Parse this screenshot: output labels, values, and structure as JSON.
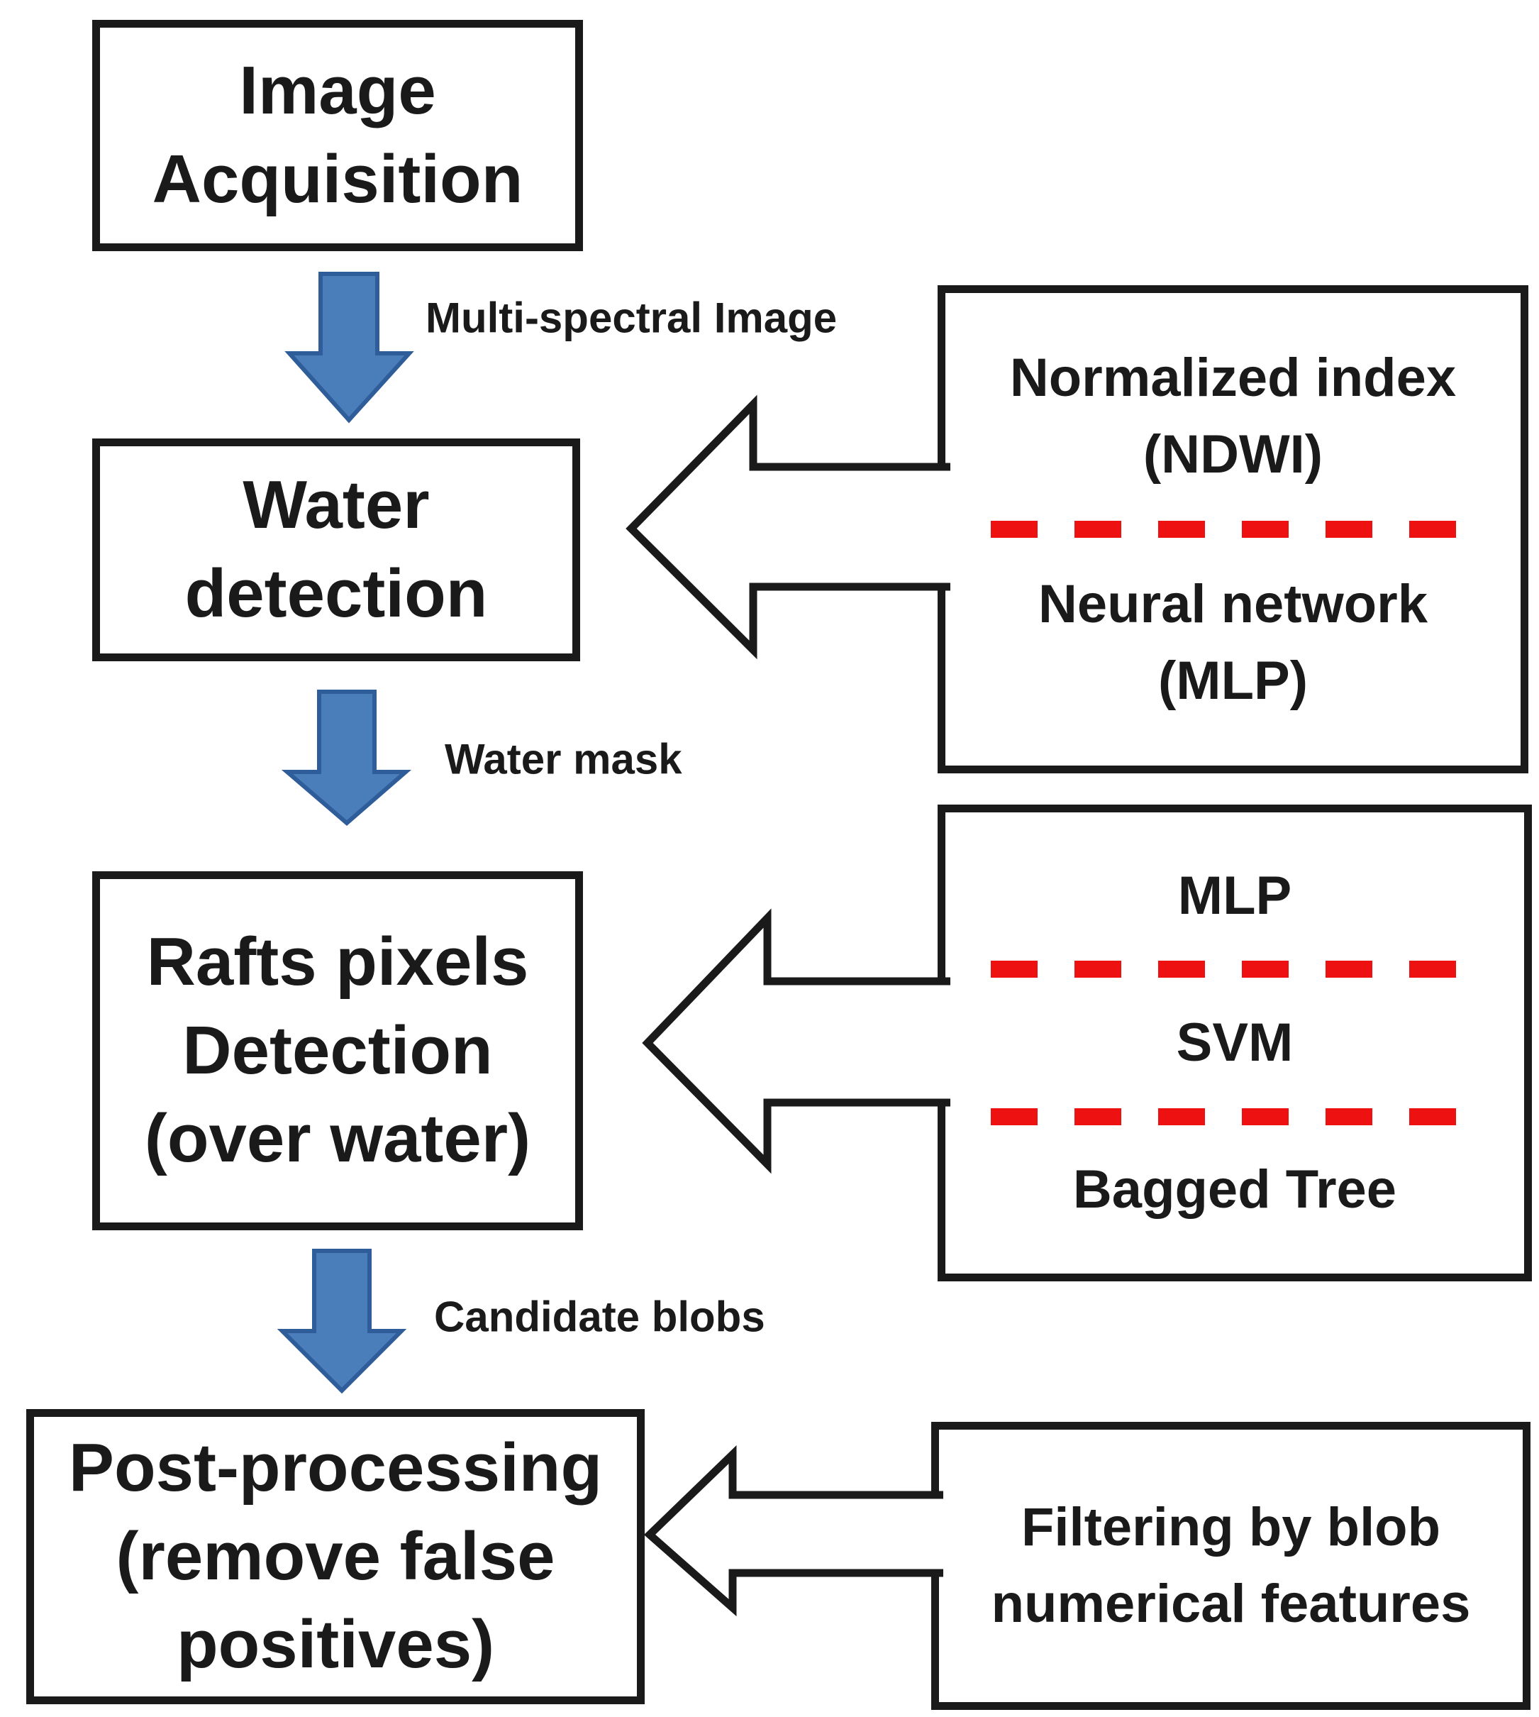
{
  "figure": {
    "type": "flowchart",
    "colors": {
      "ink": "#1a1a1a",
      "box_fill": "#ffffff",
      "blue_arrow_fill": "#4a7ebb",
      "blue_arrow_stroke": "#2f5d99",
      "red_dash": "#ee1111"
    },
    "steps": [
      {
        "lines": [
          "Image",
          "Acquisition"
        ]
      },
      {
        "lines": [
          "Water",
          "detection"
        ]
      },
      {
        "lines": [
          "Rafts pixels",
          "Detection",
          "(over water)"
        ]
      },
      {
        "lines": [
          "Post-processing",
          "(remove false",
          "positives)"
        ]
      }
    ],
    "flow_labels": [
      "Multi-spectral Image",
      "Water mask",
      "Candidate blobs"
    ],
    "method_boxes": [
      {
        "groups": [
          [
            "Normalized index",
            "(NDWI)"
          ],
          [
            "Neural network",
            "(MLP)"
          ]
        ]
      },
      {
        "groups": [
          [
            "MLP"
          ],
          [
            "SVM"
          ],
          [
            "Bagged Tree"
          ]
        ]
      },
      {
        "groups": [
          [
            "Filtering by blob",
            "numerical features"
          ]
        ]
      }
    ]
  }
}
